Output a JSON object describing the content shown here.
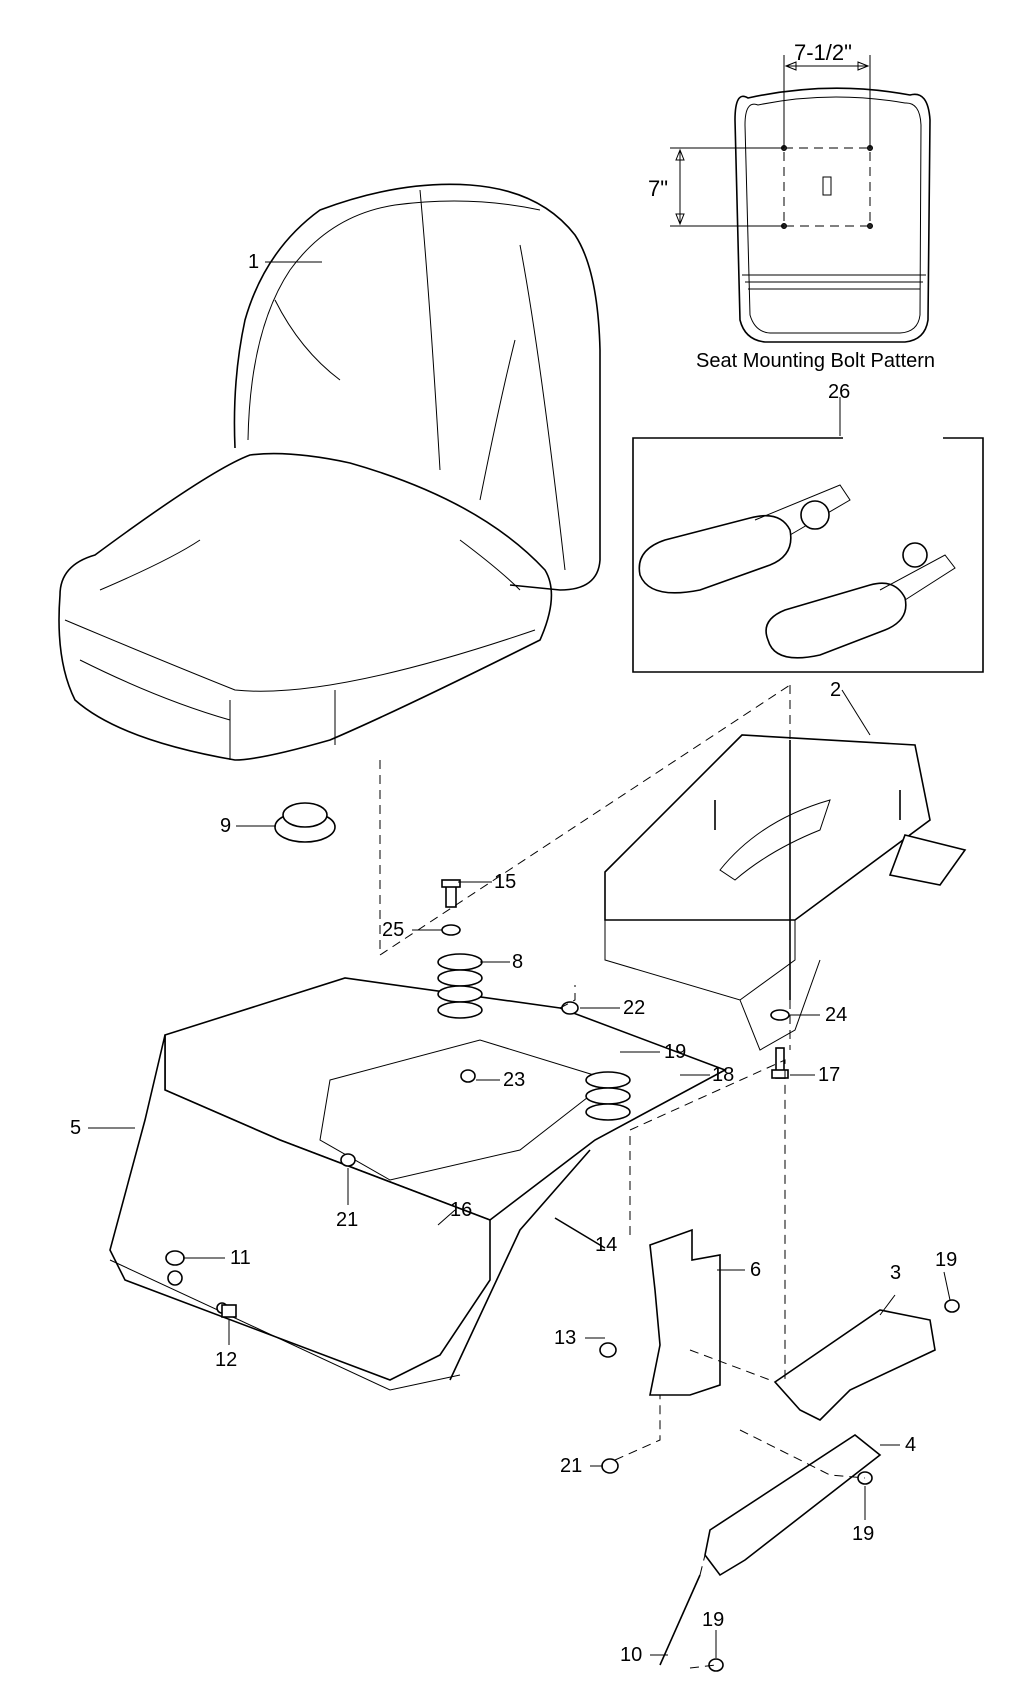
{
  "mounting_pattern": {
    "width_label": "7-1/2\"",
    "height_label": "7\"",
    "caption": "Seat Mounting Bolt Pattern"
  },
  "callouts": [
    "1",
    "2",
    "3",
    "4",
    "5",
    "6",
    "8",
    "9",
    "10",
    "11",
    "12",
    "13",
    "14",
    "15",
    "16",
    "17",
    "18",
    "19",
    "19",
    "19",
    "19",
    "21",
    "21",
    "22",
    "23",
    "24",
    "25",
    "26"
  ]
}
